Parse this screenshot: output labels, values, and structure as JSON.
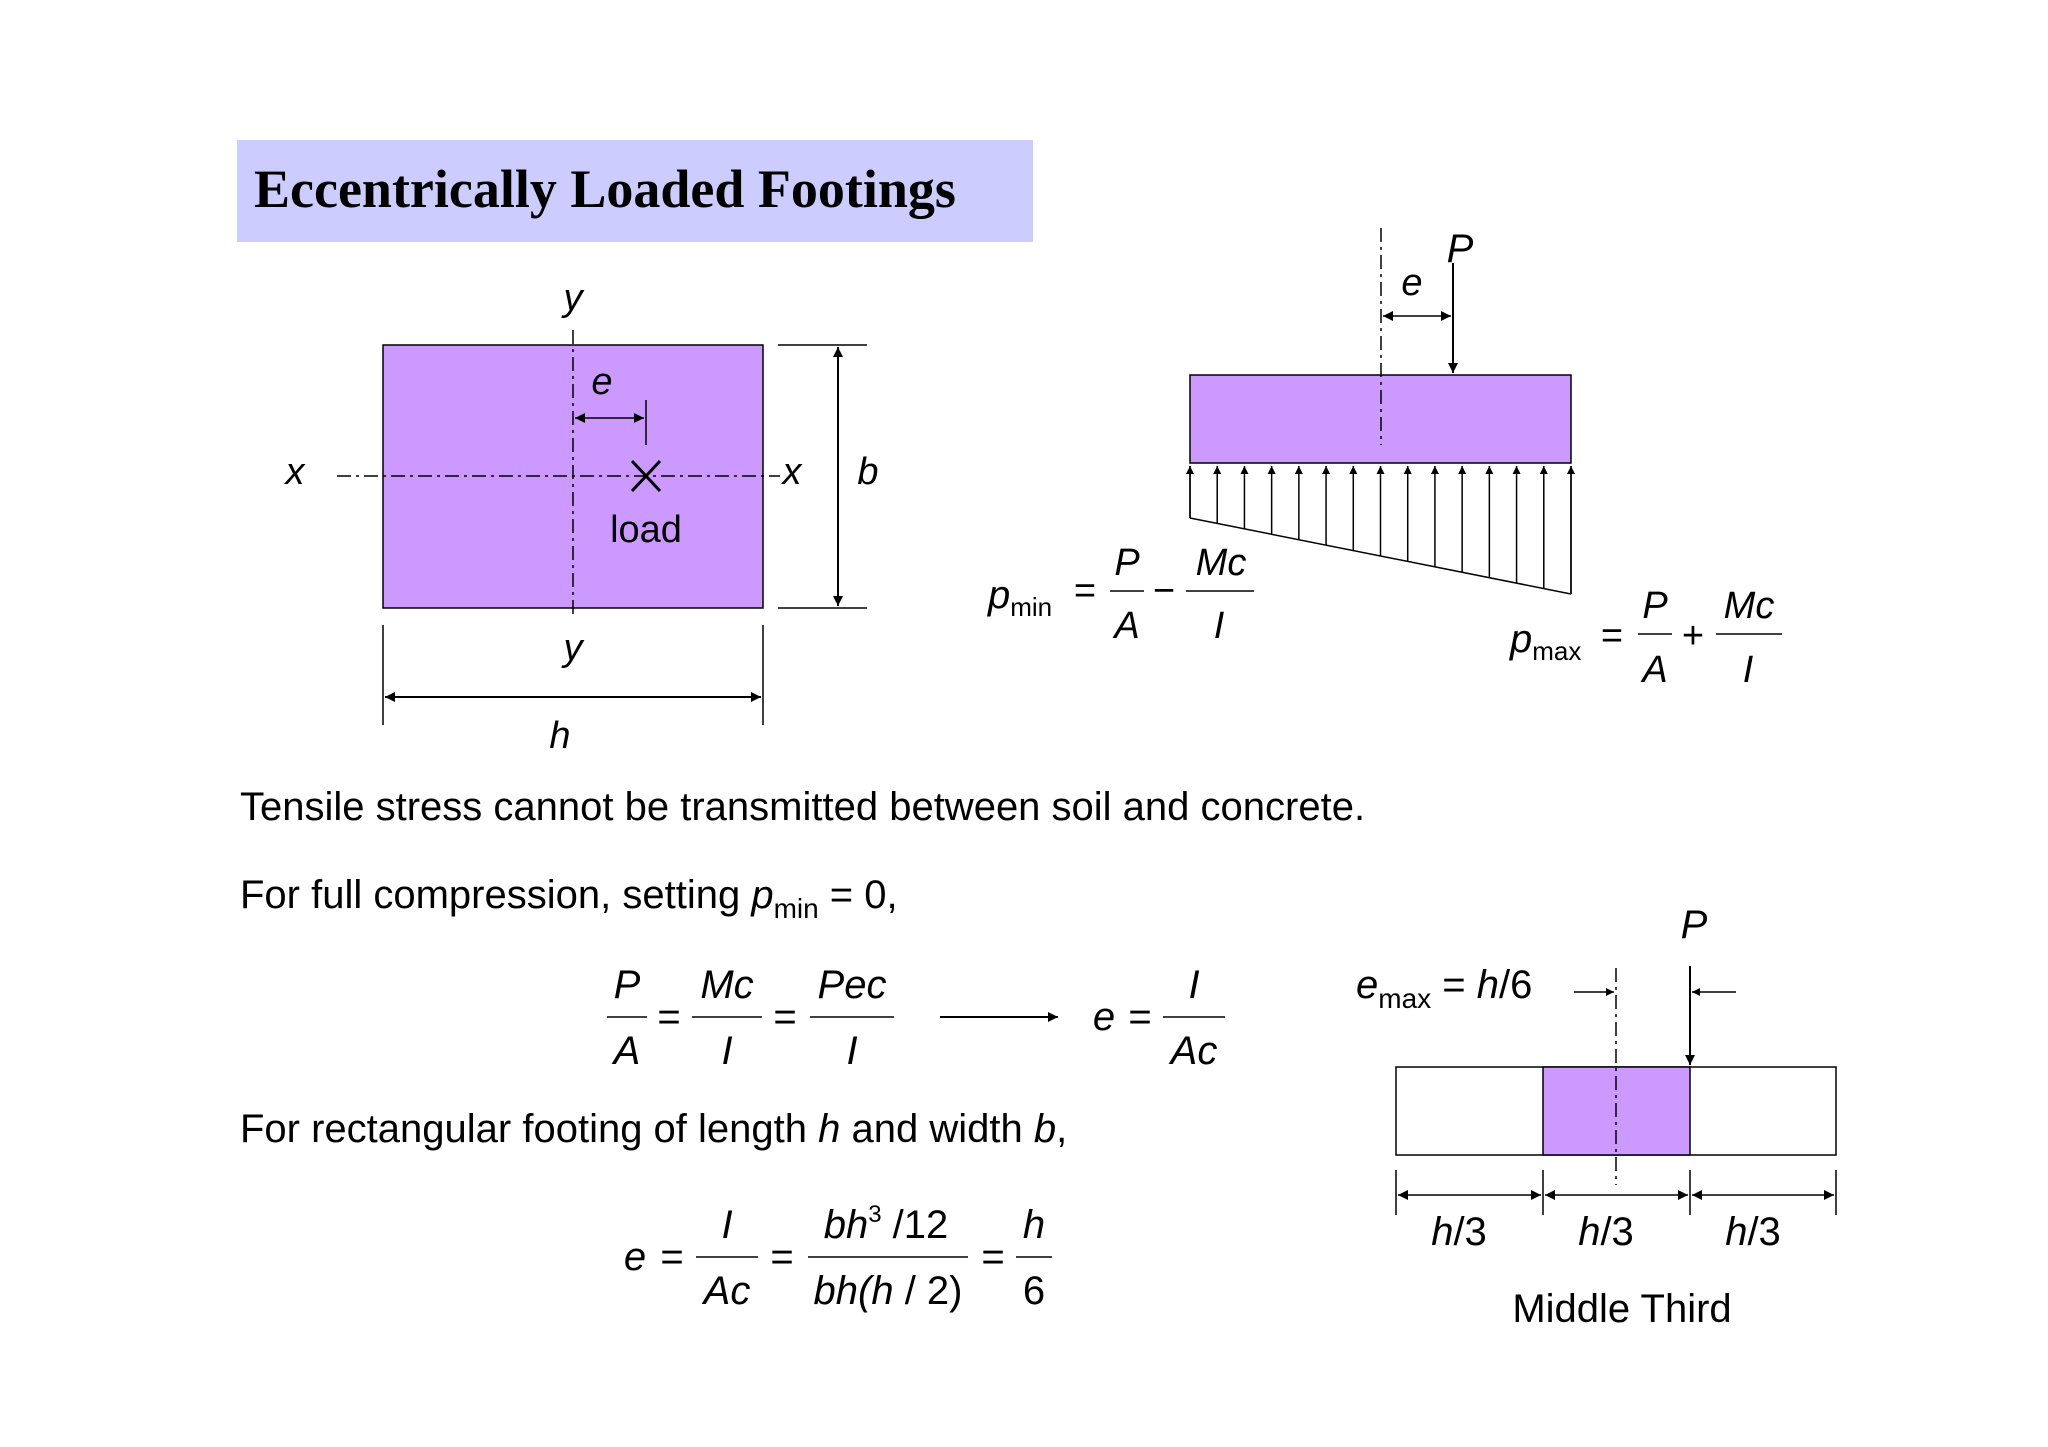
{
  "title": "Eccentrically Loaded Footings",
  "colors": {
    "footing_fill": "#cc99ff",
    "title_band": "#ccccff",
    "line": "#000000"
  },
  "plan_view": {
    "axis_y_top": "y",
    "axis_y_bottom": "y",
    "axis_x_left": "x",
    "axis_x_right": "x",
    "eccentricity": "e",
    "load_label": "load",
    "width_label": "b",
    "length_label": "h"
  },
  "elevation_view": {
    "eccentricity": "e",
    "load": "P",
    "pmin_symbol": "p",
    "pmin_sub": "min",
    "eq": "=",
    "pmin_num1": "P",
    "pmin_den1": "A",
    "pmin_op": "−",
    "pmin_num2": "Mc",
    "pmin_den2": "I",
    "pmax_symbol": "p",
    "pmax_sub": "max",
    "pmax_num1": "P",
    "pmax_den1": "A",
    "pmax_op": "+",
    "pmax_num2": "Mc",
    "pmax_den2": "I"
  },
  "text": {
    "line1": "Tensile stress cannot be transmitted between soil and concrete.",
    "line2_pre": "For full compression, setting ",
    "line2_p": "p",
    "line2_sub": "min",
    "line2_post": " = 0,",
    "line3_pre": "For rectangular footing of length ",
    "line3_h": "h",
    "line3_mid": " and width ",
    "line3_b": "b",
    "line3_post": ","
  },
  "equation1": {
    "f1_num": "P",
    "f1_den": "A",
    "eq": "=",
    "f2_num": "Mc",
    "f2_den": "I",
    "f3_num": "Pec",
    "f3_den": "I",
    "result_lhs": "e",
    "result_num": "I",
    "result_den": "Ac"
  },
  "equation2": {
    "lhs": "e",
    "eq": "=",
    "f1_num": "I",
    "f1_den": "Ac",
    "f2_num_a": "bh",
    "f2_num_sup": "3",
    "f2_num_b": " /12",
    "f2_den_a": "bh(",
    "f2_den_h": "h",
    "f2_den_b": " / 2)",
    "f3_num": "h",
    "f3_den": "6"
  },
  "middle_third": {
    "load": "P",
    "emax_e": "e",
    "emax_sub": "max",
    "emax_eq": " = ",
    "emax_h": "h",
    "emax_rest": "/6",
    "seg_h": "h",
    "seg_rest": "/3",
    "caption": "Middle Third"
  }
}
